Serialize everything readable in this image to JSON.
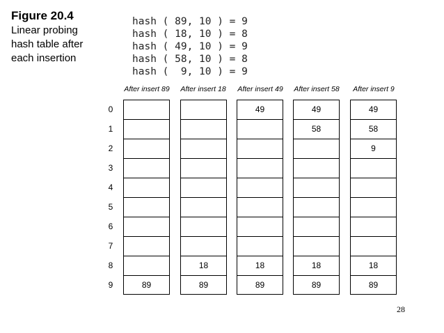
{
  "caption": {
    "title": "Figure 20.4",
    "description": "Linear probing hash table after each insertion"
  },
  "hash_calls": [
    "hash ( 89, 10 ) = 9",
    "hash ( 18, 10 ) = 8",
    "hash ( 49, 10 ) = 9",
    "hash ( 58, 10 ) = 8",
    "hash (  9, 10 ) = 9"
  ],
  "row_indices": [
    "0",
    "1",
    "2",
    "3",
    "4",
    "5",
    "6",
    "7",
    "8",
    "9"
  ],
  "tables": [
    {
      "header": "After insert 89",
      "cells": [
        "",
        "",
        "",
        "",
        "",
        "",
        "",
        "",
        "",
        "89"
      ]
    },
    {
      "header": "After insert 18",
      "cells": [
        "",
        "",
        "",
        "",
        "",
        "",
        "",
        "",
        "18",
        "89"
      ]
    },
    {
      "header": "After insert 49",
      "cells": [
        "49",
        "",
        "",
        "",
        "",
        "",
        "",
        "",
        "18",
        "89"
      ]
    },
    {
      "header": "After insert 58",
      "cells": [
        "49",
        "58",
        "",
        "",
        "",
        "",
        "",
        "",
        "18",
        "89"
      ]
    },
    {
      "header": "After insert 9",
      "cells": [
        "49",
        "58",
        "9",
        "",
        "",
        "",
        "",
        "",
        "18",
        "89"
      ]
    }
  ],
  "page_number": "28"
}
